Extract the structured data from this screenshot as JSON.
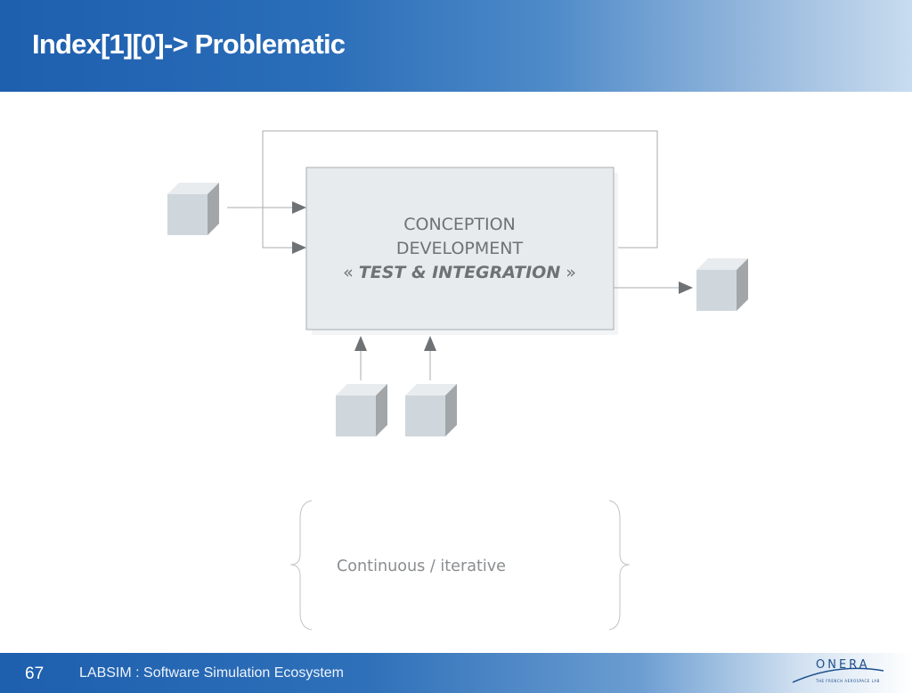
{
  "header": {
    "title": "Index[1][0]-> Problematic"
  },
  "diagram": {
    "process": {
      "line1": "CONCEPTION",
      "line2": "DEVELOPMENT",
      "line3_open": "« ",
      "line3_italic": "TEST & INTEGRATION",
      "line3_close": " »"
    },
    "note": "Continuous / iterative"
  },
  "footer": {
    "page_number": "67",
    "title": "LABSIM : Software Simulation Ecosystem"
  },
  "logo": {
    "name": "ONERA",
    "tagline": "THE FRENCH AEROSPACE LAB"
  },
  "colors": {
    "header_blue": "#1e5fae",
    "process_fill": "#e7ebed",
    "cube_front": "#cfd7dd",
    "arrow_gray": "#6f7275",
    "brace_gray": "#c3c3c3"
  }
}
